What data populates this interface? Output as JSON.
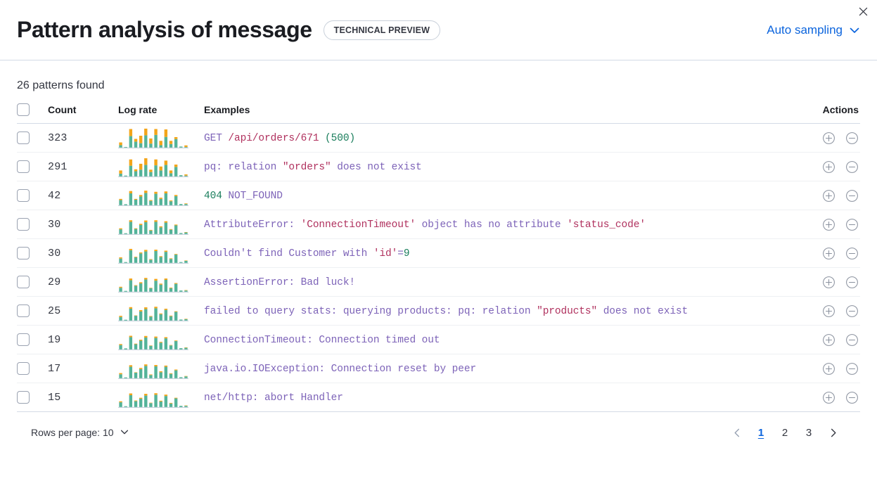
{
  "header": {
    "title": "Pattern analysis of message",
    "badge": "TECHNICAL PREVIEW",
    "sampling_label": "Auto sampling",
    "chevron_icon": "chevron-down-icon",
    "close_icon": "close-icon"
  },
  "summary": {
    "patterns_found": "26 patterns found"
  },
  "table": {
    "columns": {
      "select_all": "",
      "count": "Count",
      "log_rate": "Log rate",
      "examples": "Examples",
      "actions": "Actions"
    },
    "colors": {
      "bar_primary": "#54b399",
      "bar_secondary": "#f3a51a",
      "baseline": "#c9d3dd",
      "token_default": "#7d63b8",
      "token_string": "#b0315e",
      "token_number": "#1a7e5c",
      "accent_link": "#0b64dd"
    },
    "rows": [
      {
        "count": "323",
        "example_plain": "GET /api/orders/671 (500)",
        "tokens": [
          {
            "t": "GET ",
            "k": "default"
          },
          {
            "t": "/api/orders/671",
            "k": "string"
          },
          {
            "t": " ",
            "k": "default"
          },
          {
            "t": "(",
            "k": "number"
          },
          {
            "t": "500",
            "k": "number"
          },
          {
            "t": ")",
            "k": "number"
          }
        ],
        "sparkline": {
          "teal": [
            12,
            3,
            58,
            30,
            22,
            62,
            20,
            64,
            12,
            54,
            18,
            43,
            5,
            3
          ],
          "orange": [
            14,
            0,
            36,
            14,
            38,
            34,
            26,
            30,
            22,
            38,
            16,
            10,
            0,
            8
          ]
        },
        "add_icon": "plus-circle-icon",
        "remove_icon": "minus-circle-icon"
      },
      {
        "count": "291",
        "example_plain": "pq: relation \"orders\" does not exist",
        "tokens": [
          {
            "t": "pq: relation ",
            "k": "default"
          },
          {
            "t": "\"orders\"",
            "k": "string"
          },
          {
            "t": " does not exist",
            "k": "default"
          }
        ],
        "sparkline": {
          "teal": [
            14,
            4,
            54,
            26,
            34,
            58,
            22,
            56,
            30,
            58,
            16,
            48,
            6,
            4
          ],
          "orange": [
            16,
            0,
            32,
            10,
            30,
            34,
            12,
            30,
            20,
            22,
            14,
            12,
            0,
            6
          ]
        },
        "add_icon": "plus-circle-icon",
        "remove_icon": "minus-circle-icon"
      },
      {
        "count": "42",
        "example_plain": "404 NOT_FOUND",
        "tokens": [
          {
            "t": "404",
            "k": "number"
          },
          {
            "t": " NOT_FOUND",
            "k": "default"
          }
        ],
        "sparkline": {
          "teal": [
            26,
            5,
            60,
            28,
            44,
            62,
            22,
            58,
            32,
            60,
            20,
            46,
            6,
            6
          ],
          "orange": [
            6,
            0,
            12,
            4,
            8,
            12,
            4,
            10,
            6,
            10,
            4,
            6,
            0,
            3
          ]
        },
        "add_icon": "plus-circle-icon",
        "remove_icon": "minus-circle-icon"
      },
      {
        "count": "30",
        "example_plain": "AttributeError: 'ConnectionTimeout' object has no attribute 'status_code'",
        "tokens": [
          {
            "t": "AttributeError: ",
            "k": "default"
          },
          {
            "t": "'ConnectionTimeout'",
            "k": "string"
          },
          {
            "t": " object has no attribute ",
            "k": "default"
          },
          {
            "t": "'status_code'",
            "k": "string"
          }
        ],
        "sparkline": {
          "teal": [
            24,
            4,
            62,
            26,
            46,
            60,
            18,
            62,
            34,
            58,
            22,
            44,
            5,
            8
          ],
          "orange": [
            5,
            0,
            8,
            3,
            6,
            9,
            3,
            8,
            5,
            7,
            3,
            4,
            0,
            2
          ]
        },
        "add_icon": "plus-circle-icon",
        "remove_icon": "minus-circle-icon"
      },
      {
        "count": "30",
        "example_plain": "Couldn't find Customer with 'id'=9",
        "tokens": [
          {
            "t": "Couldn't find Customer with ",
            "k": "default"
          },
          {
            "t": "'id'",
            "k": "string"
          },
          {
            "t": "=",
            "k": "default"
          },
          {
            "t": "9",
            "k": "number"
          }
        ],
        "sparkline": {
          "teal": [
            22,
            4,
            64,
            28,
            48,
            58,
            16,
            60,
            30,
            56,
            20,
            42,
            4,
            10
          ],
          "orange": [
            6,
            0,
            7,
            3,
            5,
            8,
            3,
            7,
            4,
            6,
            3,
            3,
            0,
            2
          ]
        },
        "add_icon": "plus-circle-icon",
        "remove_icon": "minus-circle-icon"
      },
      {
        "count": "29",
        "example_plain": "AssertionError: Bad luck!",
        "tokens": [
          {
            "t": "AssertionError: Bad luck!",
            "k": "default"
          }
        ],
        "sparkline": {
          "teal": [
            20,
            4,
            58,
            30,
            42,
            62,
            18,
            56,
            36,
            60,
            18,
            40,
            6,
            6
          ],
          "orange": [
            5,
            0,
            9,
            3,
            6,
            8,
            2,
            9,
            5,
            7,
            3,
            4,
            0,
            2
          ]
        },
        "add_icon": "plus-circle-icon",
        "remove_icon": "minus-circle-icon"
      },
      {
        "count": "25",
        "example_plain": "failed to query stats: querying products: pq: relation \"products\" does not exist",
        "tokens": [
          {
            "t": "failed to query stats: querying products: pq: relation ",
            "k": "default"
          },
          {
            "t": "\"products\"",
            "k": "string"
          },
          {
            "t": " does not exist",
            "k": "default"
          }
        ],
        "sparkline": {
          "teal": [
            18,
            4,
            60,
            24,
            46,
            58,
            20,
            62,
            32,
            54,
            22,
            44,
            5,
            7
          ],
          "orange": [
            6,
            0,
            8,
            2,
            7,
            9,
            3,
            8,
            4,
            6,
            3,
            3,
            0,
            2
          ]
        },
        "add_icon": "plus-circle-icon",
        "remove_icon": "minus-circle-icon"
      },
      {
        "count": "19",
        "example_plain": "ConnectionTimeout: Connection timed out",
        "tokens": [
          {
            "t": "ConnectionTimeout: Connection timed out",
            "k": "default"
          }
        ],
        "sparkline": {
          "teal": [
            22,
            5,
            62,
            26,
            44,
            60,
            18,
            58,
            34,
            56,
            20,
            42,
            6,
            8
          ],
          "orange": [
            5,
            0,
            7,
            3,
            5,
            8,
            2,
            7,
            4,
            6,
            2,
            3,
            0,
            2
          ]
        },
        "add_icon": "plus-circle-icon",
        "remove_icon": "minus-circle-icon"
      },
      {
        "count": "17",
        "example_plain": "java.io.IOException: Connection reset by peer",
        "tokens": [
          {
            "t": "java.io.IOException: Connection reset by peer",
            "k": "default"
          }
        ],
        "sparkline": {
          "teal": [
            20,
            4,
            58,
            28,
            46,
            62,
            16,
            60,
            30,
            58,
            22,
            40,
            5,
            9
          ],
          "orange": [
            6,
            0,
            8,
            2,
            6,
            8,
            3,
            7,
            5,
            6,
            3,
            4,
            0,
            2
          ]
        },
        "add_icon": "plus-circle-icon",
        "remove_icon": "minus-circle-icon"
      },
      {
        "count": "15",
        "example_plain": "net/http: abort Handler",
        "tokens": [
          {
            "t": "net/http: abort Handler",
            "k": "default"
          }
        ],
        "sparkline": {
          "teal": [
            24,
            4,
            60,
            30,
            42,
            58,
            20,
            62,
            28,
            56,
            18,
            44,
            6,
            6
          ],
          "orange": [
            5,
            0,
            9,
            3,
            5,
            9,
            2,
            8,
            4,
            7,
            3,
            3,
            0,
            2
          ]
        },
        "add_icon": "plus-circle-icon",
        "remove_icon": "minus-circle-icon"
      }
    ]
  },
  "footer": {
    "rows_per_page": "Rows per page: 10",
    "rows_chevron_icon": "chevron-down-icon",
    "prev_icon": "chevron-left-icon",
    "next_icon": "chevron-right-icon",
    "pages": [
      "1",
      "2",
      "3"
    ],
    "active_page": "1"
  }
}
